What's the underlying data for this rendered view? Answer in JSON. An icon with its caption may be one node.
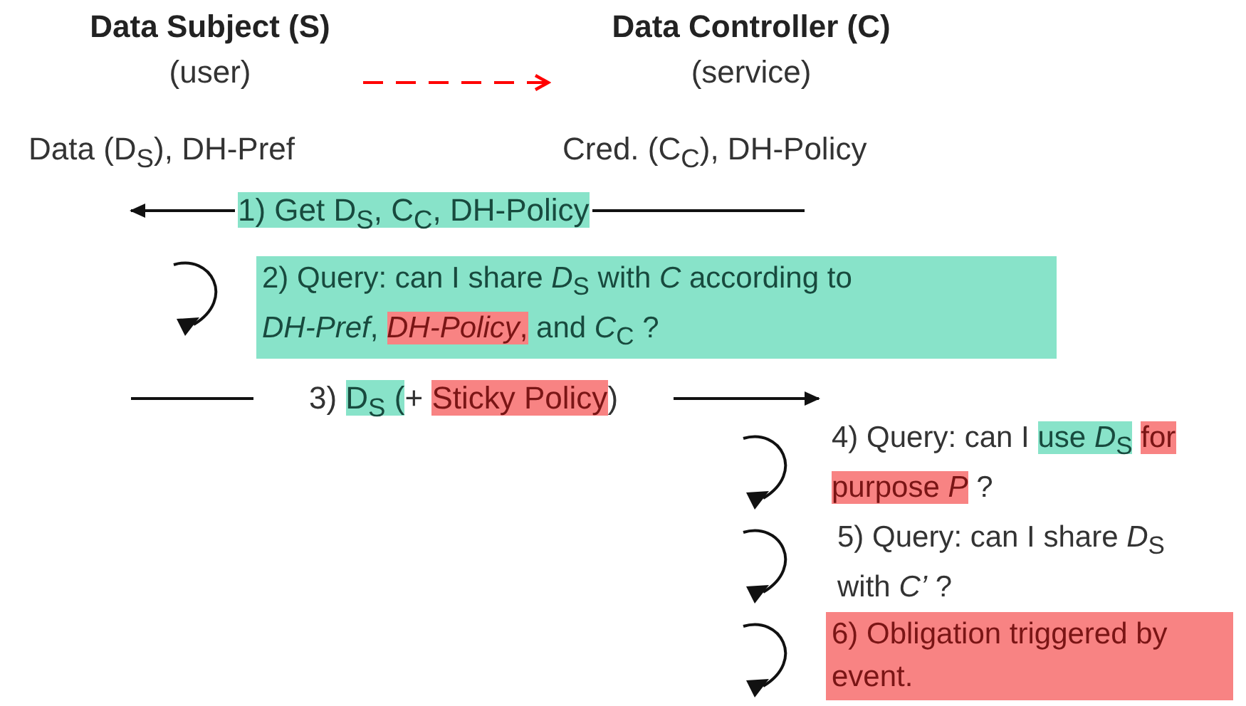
{
  "diagram": {
    "nodes": [
      {
        "text": [
          "Data Subject (S)",
          "(user)"
        ],
        "beside": [
          "Data (D$_{S}$), DH-Pref"
        ]
      },
      {
        "text": [
          "Data Controller (C)",
          "(service)"
        ],
        "beside": [
          "Cred. (C$_{C}$), DH-Policy"
        ]
      },
      {
        "text": [
          "3) D$_{S}$ (+ Sticky Policy)"
        ]
      }
    ],
    "edges": [
      {
        "from": 0,
        "to": 1,
        "arrow": "to",
        "style": "dashed",
        "color": "#ff0000"
      },
      {
        "from": 1,
        "to": 0,
        "arrow": "to",
        "label": "1) Get D$_{S}$, C$_{C}$, DH-Policy"
      },
      {
        "from": null,
        "to": 2,
        "arrow": "none"
      },
      {
        "from": 2,
        "to": null,
        "arrow": "to"
      }
    ],
    "labels": [
      "2) Query: can I share *D*$_{S}$ with *C* according to *DH-Pref*, *DH-Policy*, and *C*$_{C}$ ?",
      "4) Query: can I use *D*$_{S}$ for purpose *P* ?",
      "5) Query: can I share *D*$_{S}$ with *C’* ?",
      "6) Obligation triggered by event."
    ]
  }
}
